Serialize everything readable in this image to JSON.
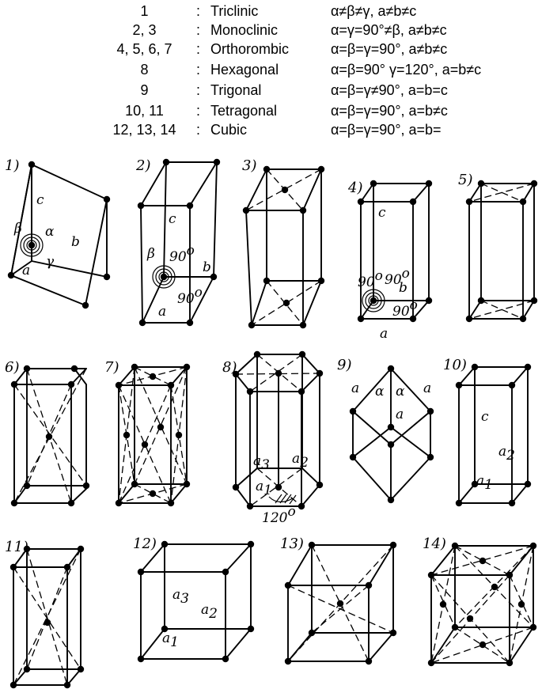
{
  "legend": {
    "rows": [
      {
        "numbers": "1",
        "colon": ":",
        "system": "Triclinic",
        "params": "α≠β≠γ, a≠b≠c"
      },
      {
        "numbers": "2, 3",
        "colon": ":",
        "system": "Monoclinic",
        "params": "α=γ=90°≠β, a≠b≠c"
      },
      {
        "numbers": "4, 5, 6, 7",
        "colon": ":",
        "system": "Orthorombic",
        "params": "α=β=γ=90°, a≠b≠c"
      },
      {
        "numbers": "8",
        "colon": ":",
        "system": "Hexagonal",
        "params": "α=β=90° γ=120°, a=b≠c"
      },
      {
        "numbers": "9",
        "colon": ":",
        "system": "Trigonal",
        "params": "α=β=γ≠90°, a=b=c"
      },
      {
        "numbers": "10, 11",
        "colon": ":",
        "system": "Tetragonal",
        "params": "α=β=γ=90°, a=b≠c"
      },
      {
        "numbers": "12, 13, 14",
        "colon": ":",
        "system": "Cubic",
        "params": "α=β=γ=90°, a=b="
      }
    ]
  },
  "lattices": [
    {
      "label": "1)",
      "edges": [
        "c",
        "b",
        "a"
      ],
      "angles": [
        "α",
        "β",
        "γ"
      ]
    },
    {
      "label": "2)",
      "edges": [
        "c",
        "b",
        "a"
      ],
      "angles": [
        "β",
        "90",
        "90"
      ],
      "angle_unit": "o"
    },
    {
      "label": "3)"
    },
    {
      "label": "4)",
      "edges": [
        "c",
        "b",
        "a"
      ],
      "angles": [
        "90",
        "90",
        "90"
      ],
      "angle_unit": "o"
    },
    {
      "label": "5)"
    },
    {
      "label": "6)"
    },
    {
      "label": "7)"
    },
    {
      "label": "8)",
      "edges": [
        "a",
        "a",
        "a"
      ],
      "edge_subs": [
        "3",
        "2",
        "1"
      ],
      "angle": "120",
      "angle_unit": "o"
    },
    {
      "label": "9)",
      "edges": [
        "a",
        "a",
        "a"
      ],
      "angles": [
        "α",
        "α"
      ]
    },
    {
      "label": "10)",
      "edges": [
        "c",
        "a",
        "a"
      ],
      "edge_subs": [
        "2",
        "1"
      ]
    },
    {
      "label": "11)"
    },
    {
      "label": "12)",
      "edges": [
        "a",
        "a",
        "a"
      ],
      "edge_subs": [
        "3",
        "2",
        "1"
      ]
    },
    {
      "label": "13)"
    },
    {
      "label": "14)"
    }
  ]
}
